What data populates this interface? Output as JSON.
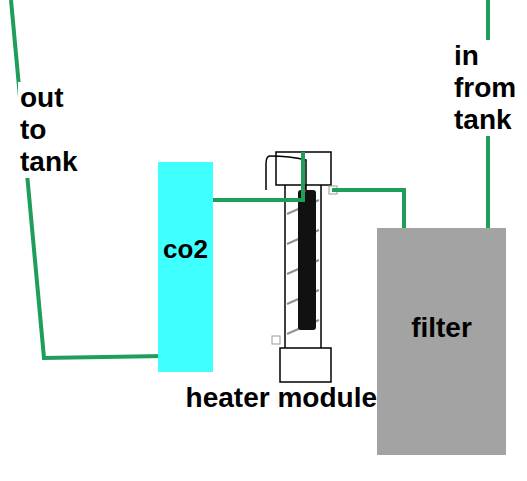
{
  "diagram": {
    "nodes": [
      {
        "text": [
          "co2"
        ]
      },
      {
        "text": [
          "heater module"
        ]
      },
      {
        "text": [
          "filter"
        ]
      }
    ],
    "edges": [
      {
        "from": 2,
        "to": 1,
        "arrow": "none"
      },
      {
        "from": 1,
        "to": 0,
        "arrow": "none"
      }
    ],
    "labels": [
      "out to tank",
      "in from tank"
    ]
  }
}
